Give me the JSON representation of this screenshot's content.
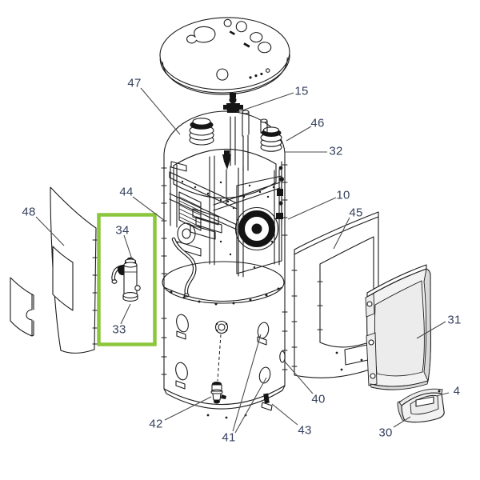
{
  "diagram": {
    "background": "#ffffff",
    "stroke_color": "#1b1b1b",
    "leader_color": "#4d4d4d",
    "label_color": "#35405c",
    "highlight_color": "#8cc63c"
  },
  "callouts": [
    {
      "label": "47"
    },
    {
      "label": "15"
    },
    {
      "label": "46"
    },
    {
      "label": "32"
    },
    {
      "label": "10"
    },
    {
      "label": "44"
    },
    {
      "label": "48"
    },
    {
      "label": "34"
    },
    {
      "label": "33"
    },
    {
      "label": "45"
    },
    {
      "label": "31"
    },
    {
      "label": "4"
    },
    {
      "label": "30"
    },
    {
      "label": "40"
    },
    {
      "label": "41"
    },
    {
      "label": "42"
    },
    {
      "label": "43"
    }
  ],
  "highlight": {
    "color": "#8cc63c",
    "encloses_labels": [
      "34",
      "33"
    ]
  }
}
